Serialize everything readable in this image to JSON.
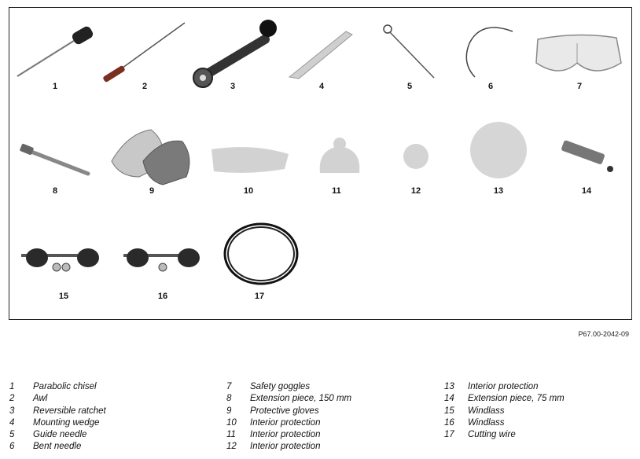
{
  "figure": {
    "code": "P67.00-2042-09",
    "labels": [
      "1",
      "2",
      "3",
      "4",
      "5",
      "6",
      "7",
      "8",
      "9",
      "10",
      "11",
      "12",
      "13",
      "14",
      "15",
      "16",
      "17"
    ]
  },
  "legend": [
    [
      {
        "n": "1",
        "text": "Parabolic chisel"
      },
      {
        "n": "2",
        "text": "Awl"
      },
      {
        "n": "3",
        "text": "Reversible ratchet"
      },
      {
        "n": "4",
        "text": "Mounting wedge"
      },
      {
        "n": "5",
        "text": "Guide needle"
      },
      {
        "n": "6",
        "text": "Bent needle"
      }
    ],
    [
      {
        "n": "7",
        "text": "Safety goggles"
      },
      {
        "n": "8",
        "text": "Extension piece, 150 mm"
      },
      {
        "n": "9",
        "text": "Protective gloves"
      },
      {
        "n": "10",
        "text": "Interior protection"
      },
      {
        "n": "11",
        "text": "Interior protection"
      },
      {
        "n": "12",
        "text": "Interior protection"
      }
    ],
    [
      {
        "n": "13",
        "text": "Interior protection"
      },
      {
        "n": "14",
        "text": "Extension piece, 75 mm"
      },
      {
        "n": "15",
        "text": "Windlass"
      },
      {
        "n": "16",
        "text": "Windlass"
      },
      {
        "n": "17",
        "text": "Cutting wire"
      }
    ]
  ]
}
